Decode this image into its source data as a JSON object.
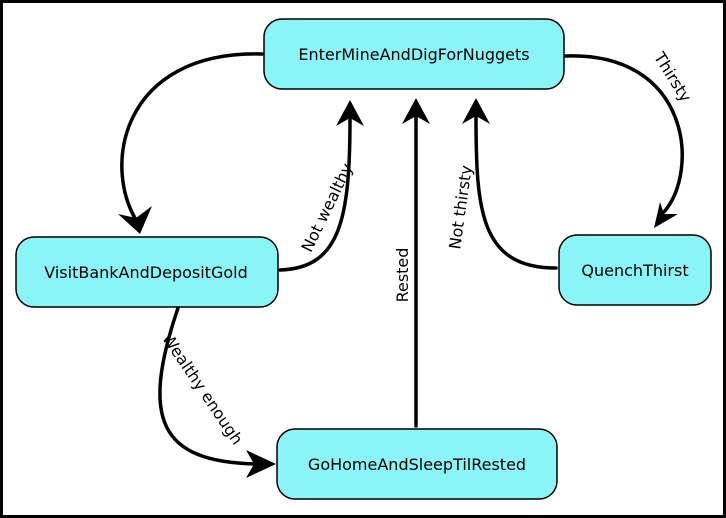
{
  "diagram": {
    "colors": {
      "node_fill": "#8af4f6",
      "node_stroke": "#000000",
      "frame_stroke": "#000000",
      "edge_stroke": "#000000"
    },
    "nodes": {
      "enter_mine": "EnterMineAndDigForNuggets",
      "visit_bank": "VisitBankAndDepositGold",
      "quench_thirst": "QuenchThirst",
      "go_home": "GoHomeAndSleepTilRested"
    },
    "edges": {
      "thirsty": "Thirsty",
      "not_wealthy": "Not wealthy",
      "not_thirsty": "Not thirsty",
      "rested": "Rested",
      "wealthy_enough": "Wealthy enough"
    }
  }
}
